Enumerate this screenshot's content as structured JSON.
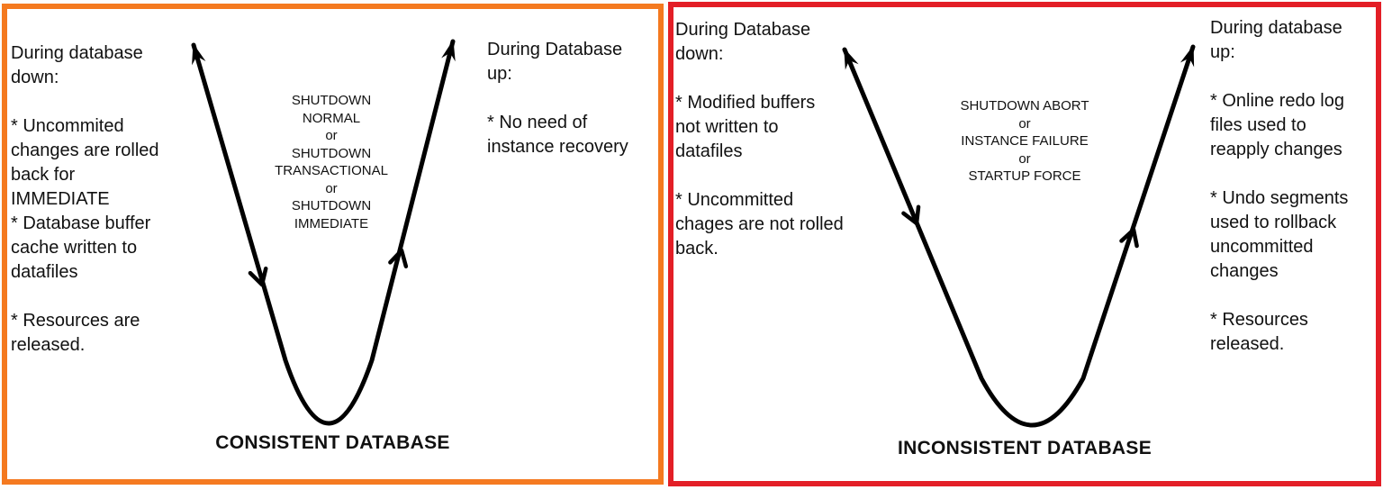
{
  "left_panel": {
    "border_color": "#F4791F",
    "down_text": "During database\ndown:\n\n* Uncommited\nchanges are rolled\nback for\nIMMEDIATE\n* Database buffer\ncache written to\ndatafiles\n\n* Resources are\nreleased.",
    "center_text": "SHUTDOWN\nNORMAL\nor\nSHUTDOWN\nTRANSACTIONAL\nor\nSHUTDOWN\nIMMEDIATE",
    "up_text": "During Database\nup:\n\n* No need of\ninstance recovery",
    "label": "CONSISTENT DATABASE"
  },
  "right_panel": {
    "border_color": "#E31E26",
    "down_text": "During Database\ndown:\n\n* Modified buffers\nnot written to\ndatafiles\n\n* Uncommitted\nchages are not rolled\nback.",
    "center_text": "SHUTDOWN ABORT\nor\nINSTANCE FAILURE\nor\nSTARTUP FORCE",
    "up_text": "During database\nup:\n\n* Online redo log\nfiles used to\nreapply changes\n\n* Undo segments\nused to rollback\nuncommitted\nchanges\n\n* Resources\nreleased.",
    "label": "INCONSISTENT DATABASE"
  }
}
